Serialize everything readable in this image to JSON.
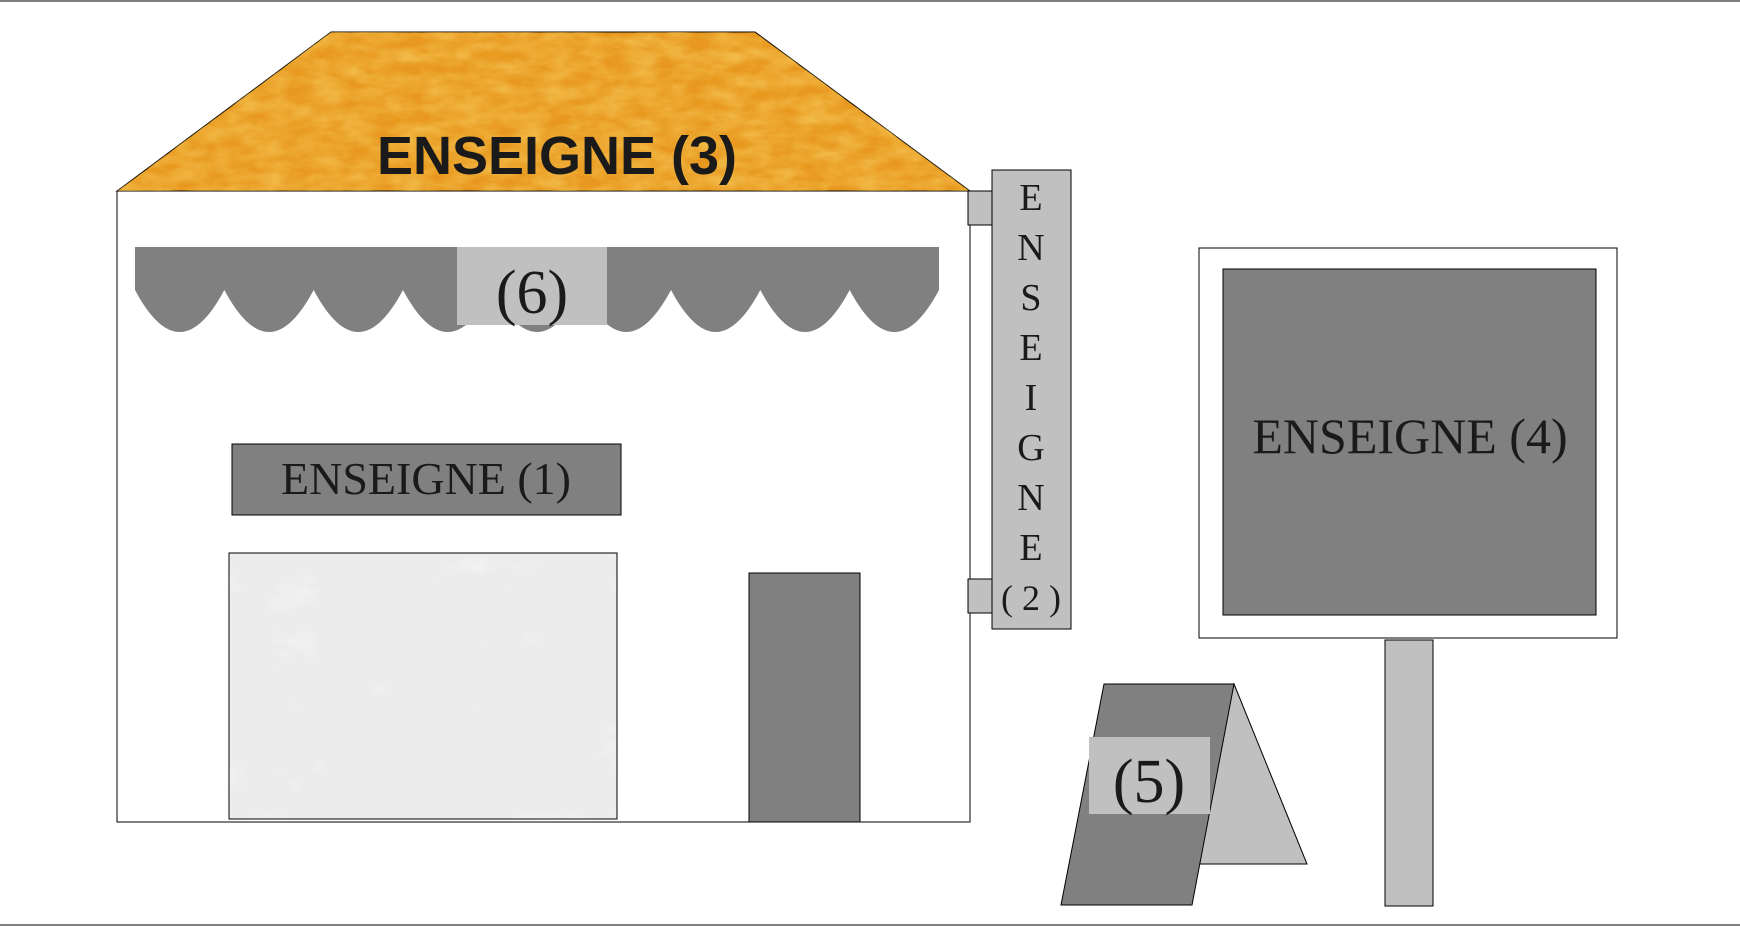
{
  "labels": {
    "sign_1": "ENSEIGNE (1)",
    "sign_3": "ENSEIGNE (3)",
    "sign_4": "ENSEIGNE (4)",
    "sign_5": "(5)",
    "sign_6": "(6)",
    "sign_2_letters": [
      "E",
      "N",
      "S",
      "E",
      "I",
      "G",
      "N",
      "E",
      "( 2 )"
    ]
  },
  "colors": {
    "roof_base": "#e8981e",
    "roof_dark": "#b8660a",
    "roof_light": "#f6b63c",
    "sign_dark_gray": "#808080",
    "sign_light_gray": "#c0c0c0",
    "window_marble": "#ececec",
    "outline": "#000000",
    "text": "#1a1a1a"
  }
}
